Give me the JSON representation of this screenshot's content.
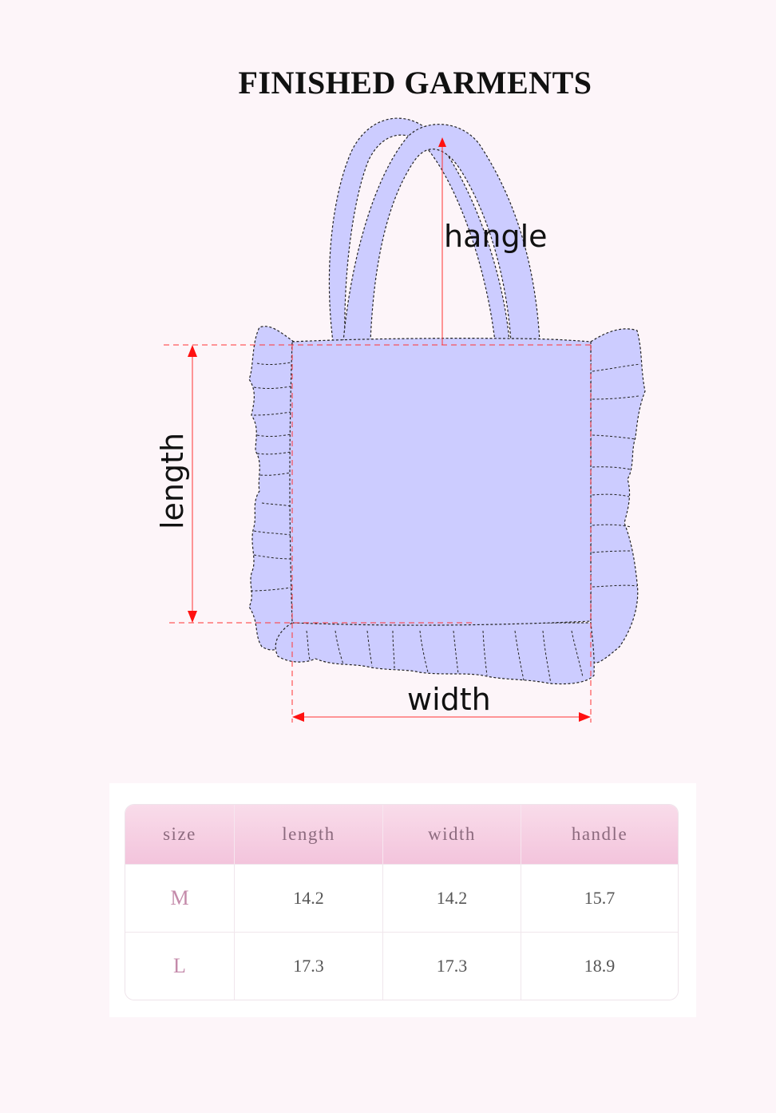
{
  "title": "FINISHED GARMENTS",
  "diagram": {
    "labels": {
      "handle": "hangle",
      "length": "length",
      "width": "width"
    },
    "colors": {
      "fill": "#ccccff",
      "outline": "#222222",
      "measure": "#ff3333",
      "background": "#fdf5f9"
    }
  },
  "size_table": {
    "headers": [
      "size",
      "length",
      "width",
      "handle"
    ],
    "rows": [
      [
        "M",
        "14.2",
        "14.2",
        "15.7"
      ],
      [
        "L",
        "17.3",
        "17.3",
        "18.9"
      ]
    ],
    "colors": {
      "header": "#f3c4dc",
      "header_text": "#8c6a7e",
      "size_text": "#c48aaa"
    }
  }
}
